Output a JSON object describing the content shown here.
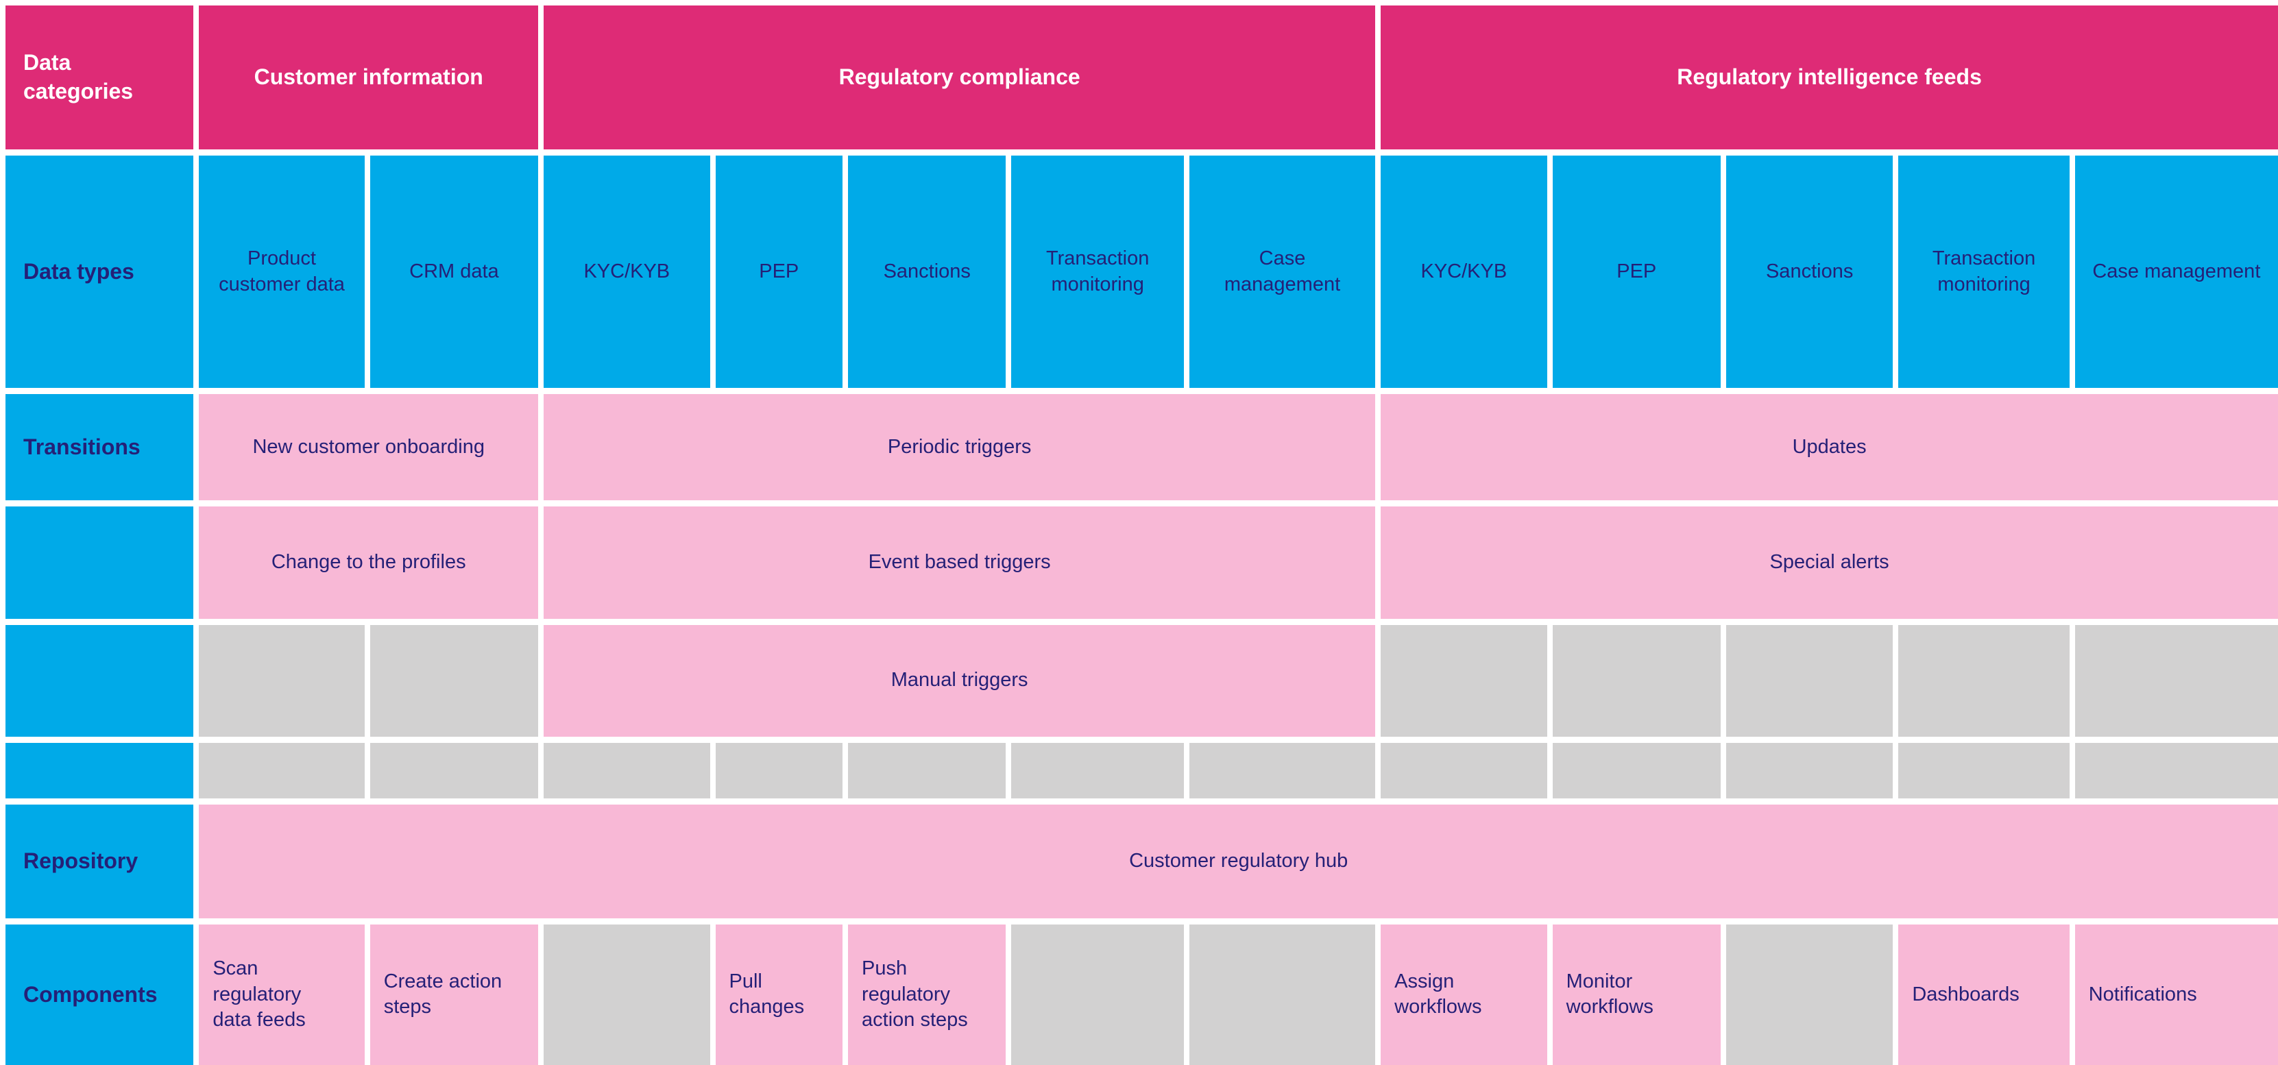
{
  "colors": {
    "magenta_header": "#DE2B76",
    "blue": "#00AAE8",
    "pink": "#F8B8D6",
    "gray": "#D2D1D1",
    "text_navy": "#252077",
    "text_white": "#FFFFFF"
  },
  "header": {
    "row_label": "Data categories",
    "customer_information": "Customer information",
    "regulatory_compliance": "Regulatory compliance",
    "regulatory_intelligence_feeds": "Regulatory intelligence feeds"
  },
  "data_types": {
    "row_label": "Data types",
    "cells": [
      "Product customer data",
      "CRM data",
      "KYC/KYB",
      "PEP",
      "Sanctions",
      "Transaction monitoring",
      "Case management",
      "KYC/KYB",
      "PEP",
      "Sanctions",
      "Transaction monitoring",
      "Case management"
    ]
  },
  "transitions": {
    "row_label": "Transitions",
    "onboarding": "New customer onboarding",
    "periodic": "Periodic triggers",
    "updates": "Updates",
    "profile_change": "Change to the profiles",
    "event_based": "Event based triggers",
    "special_alerts": "Special alerts",
    "manual": "Manual triggers"
  },
  "repository": {
    "row_label": "Repository",
    "hub": "Customer regulatory hub"
  },
  "components": {
    "row_label": "Components",
    "scan": "Scan regulatory data feeds",
    "create": "Create action steps",
    "pull": "Pull changes",
    "push": "Push regulatory action steps",
    "assign": "Assign workflows",
    "monitor": "Monitor workflows",
    "dashboards": "Dashboards",
    "notifications": "Notifications"
  }
}
